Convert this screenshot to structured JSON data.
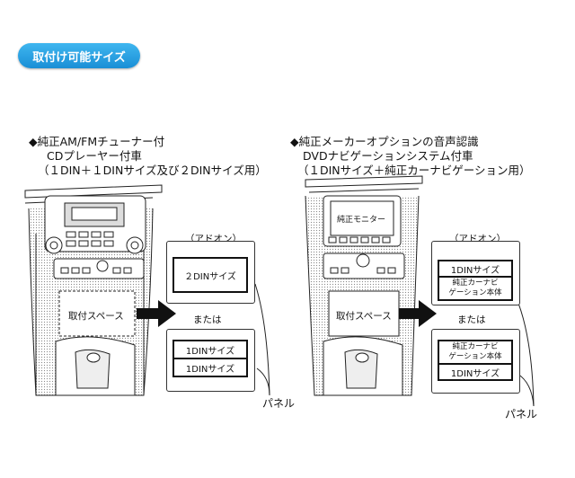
{
  "header": {
    "tag_label": "取付け可能サイズ"
  },
  "left": {
    "caption_lines": [
      "◆純正AM/FMチューナー付",
      "CDプレーヤー付車",
      "（１DIN＋１DINサイズ及び２DINサイズ用）"
    ],
    "install_space_label": "取付スペース",
    "addon_label": "（アドオン）",
    "option_a_slot": "２DINサイズ",
    "or_label": "または",
    "option_b_slots": [
      "1DINサイズ",
      "1DINサイズ"
    ],
    "panel_label": "パネル"
  },
  "right": {
    "caption_lines": [
      "◆純正メーカーオプションの音声認識",
      "DVDナビゲーションシステム付車",
      "（１DINサイズ＋純正カーナビゲーション用）"
    ],
    "monitor_label": "純正モニター",
    "install_space_label": "取付スペース",
    "addon_label": "（アドオン）",
    "option_a_slots": [
      "1DINサイズ",
      "純正カーナビ\nゲーション本体"
    ],
    "or_label": "または",
    "option_b_slots": [
      "純正カーナビ\nゲーション本体",
      "1DINサイズ"
    ],
    "panel_label": "パネル"
  }
}
